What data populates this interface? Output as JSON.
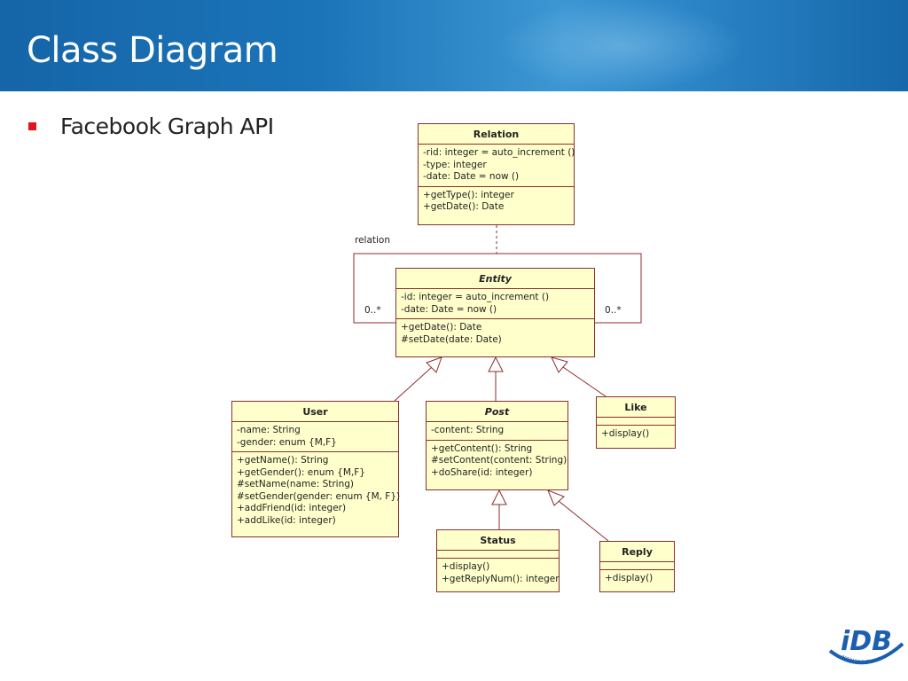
{
  "slide": {
    "title": "Class Diagram",
    "bullet": "Facebook Graph API"
  },
  "diagram": {
    "relation_label": "relation",
    "mult_left": "0..*",
    "mult_right": "0..*",
    "classes": {
      "relation": {
        "name": "Relation",
        "attributes": [
          "-rid: integer = auto_increment ()",
          "-type: integer",
          "-date: Date = now ()"
        ],
        "operations": [
          "+getType(): integer",
          "+getDate(): Date"
        ]
      },
      "entity": {
        "name": "Entity",
        "attributes": [
          "-id: integer = auto_increment ()",
          "-date: Date = now ()"
        ],
        "operations": [
          "+getDate(): Date",
          "#setDate(date: Date)"
        ]
      },
      "user": {
        "name": "User",
        "attributes": [
          "-name: String",
          "-gender: enum {M,F}"
        ],
        "operations": [
          "+getName(): String",
          "+getGender(): enum {M,F}",
          "#setName(name: String)",
          "#setGender(gender: enum {M, F})",
          "+addFriend(id: integer)",
          "+addLike(id: integer)"
        ]
      },
      "post": {
        "name": "Post",
        "attributes": [
          "-content: String"
        ],
        "operations": [
          "+getContent(): String",
          "#setContent(content: String)",
          "+doShare(id: integer)"
        ]
      },
      "like": {
        "name": "Like",
        "operations": [
          "+display()"
        ]
      },
      "status": {
        "name": "Status",
        "operations": [
          "+display()",
          "+getReplyNum(): integer"
        ]
      },
      "reply": {
        "name": "Reply",
        "operations": [
          "+display()"
        ]
      }
    }
  },
  "logo": {
    "text": "iDB",
    "subtext": "INTERNET DATABASE LAB"
  },
  "colors": {
    "title_bar": "#1b74b8",
    "class_fill": "#ffffcc",
    "class_border": "#8b2e2e",
    "bullet": "#e0141c"
  }
}
